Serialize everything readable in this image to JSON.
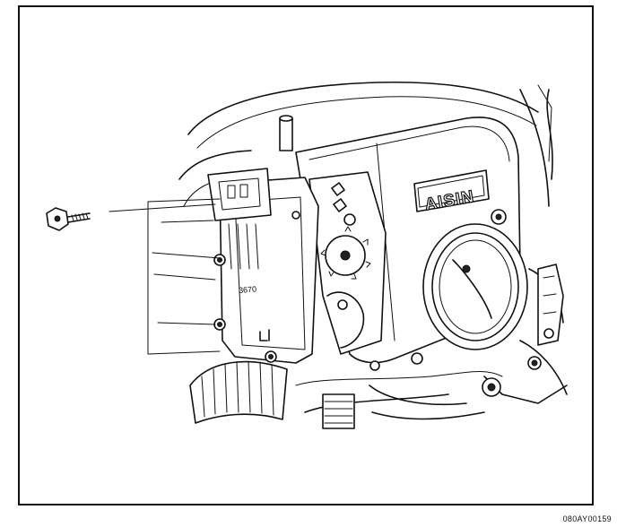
{
  "diagram": {
    "brand_label": "AISIN",
    "part_stamp": "3670",
    "figure_code": "080AY00159"
  },
  "icons": {
    "bolt": "bolt-icon",
    "throttle_body": "throttle-body-illustration",
    "sensor": "throttle-position-sensor-illustration"
  }
}
